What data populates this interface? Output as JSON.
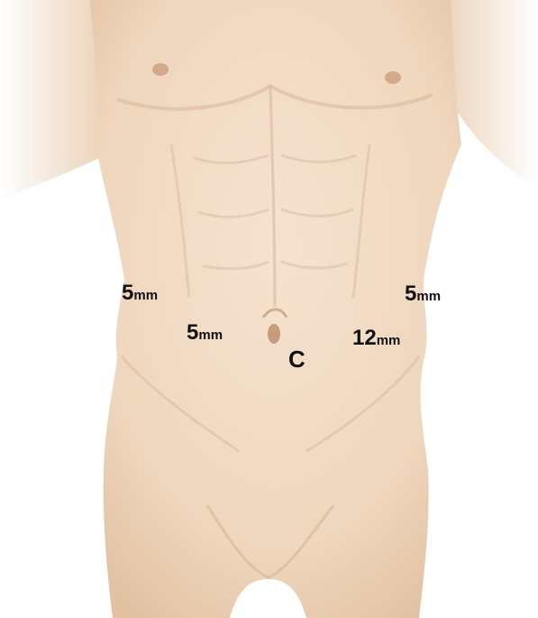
{
  "image": {
    "subject": "front-view-male-torso",
    "skin_color": "#f1dbc4",
    "shade_color": "#dcbc9e",
    "background_color": "#ffffff"
  },
  "port_labels": [
    {
      "id": "port-right-flank",
      "value": "5",
      "unit": "mm"
    },
    {
      "id": "port-left-flank",
      "value": "5",
      "unit": "mm"
    },
    {
      "id": "port-right-lower",
      "value": "5",
      "unit": "mm"
    },
    {
      "id": "port-left-lower",
      "value": "12",
      "unit": "mm"
    }
  ],
  "camera_port": {
    "label": "C"
  }
}
